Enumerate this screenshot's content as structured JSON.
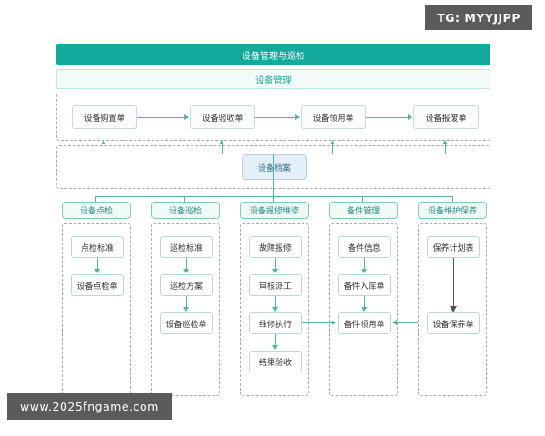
{
  "watermarks": {
    "top_right": "TG: MYYJJPP",
    "bottom_left": "www.2025fngame.com"
  },
  "diagram": {
    "title": "设备管理与巡检",
    "subtitle": "设备管理",
    "lifecycle_row": [
      "设备购置单",
      "设备验收单",
      "设备领用单",
      "设备报废单"
    ],
    "archive_node": "设备档案",
    "columns": [
      {
        "header": "设备点检",
        "nodes": [
          "点检标准",
          "设备点检单"
        ]
      },
      {
        "header": "设备巡检",
        "nodes": [
          "巡检标准",
          "巡检方案",
          "设备巡检单"
        ]
      },
      {
        "header": "设备报修维修",
        "nodes": [
          "故障报修",
          "审核派工",
          "维修执行",
          "结果验收"
        ]
      },
      {
        "header": "备件管理",
        "nodes": [
          "备件信息",
          "备件入库单",
          "备件领用单"
        ]
      },
      {
        "header": "设备维护保养",
        "nodes": [
          "保养计划表",
          "设备保养单"
        ]
      }
    ]
  },
  "colors": {
    "brand_teal": "#13a99d",
    "line_teal": "#4fb6a6",
    "node_blue": "#e3f0f7",
    "watermark_gray": "#5b5b5b"
  }
}
